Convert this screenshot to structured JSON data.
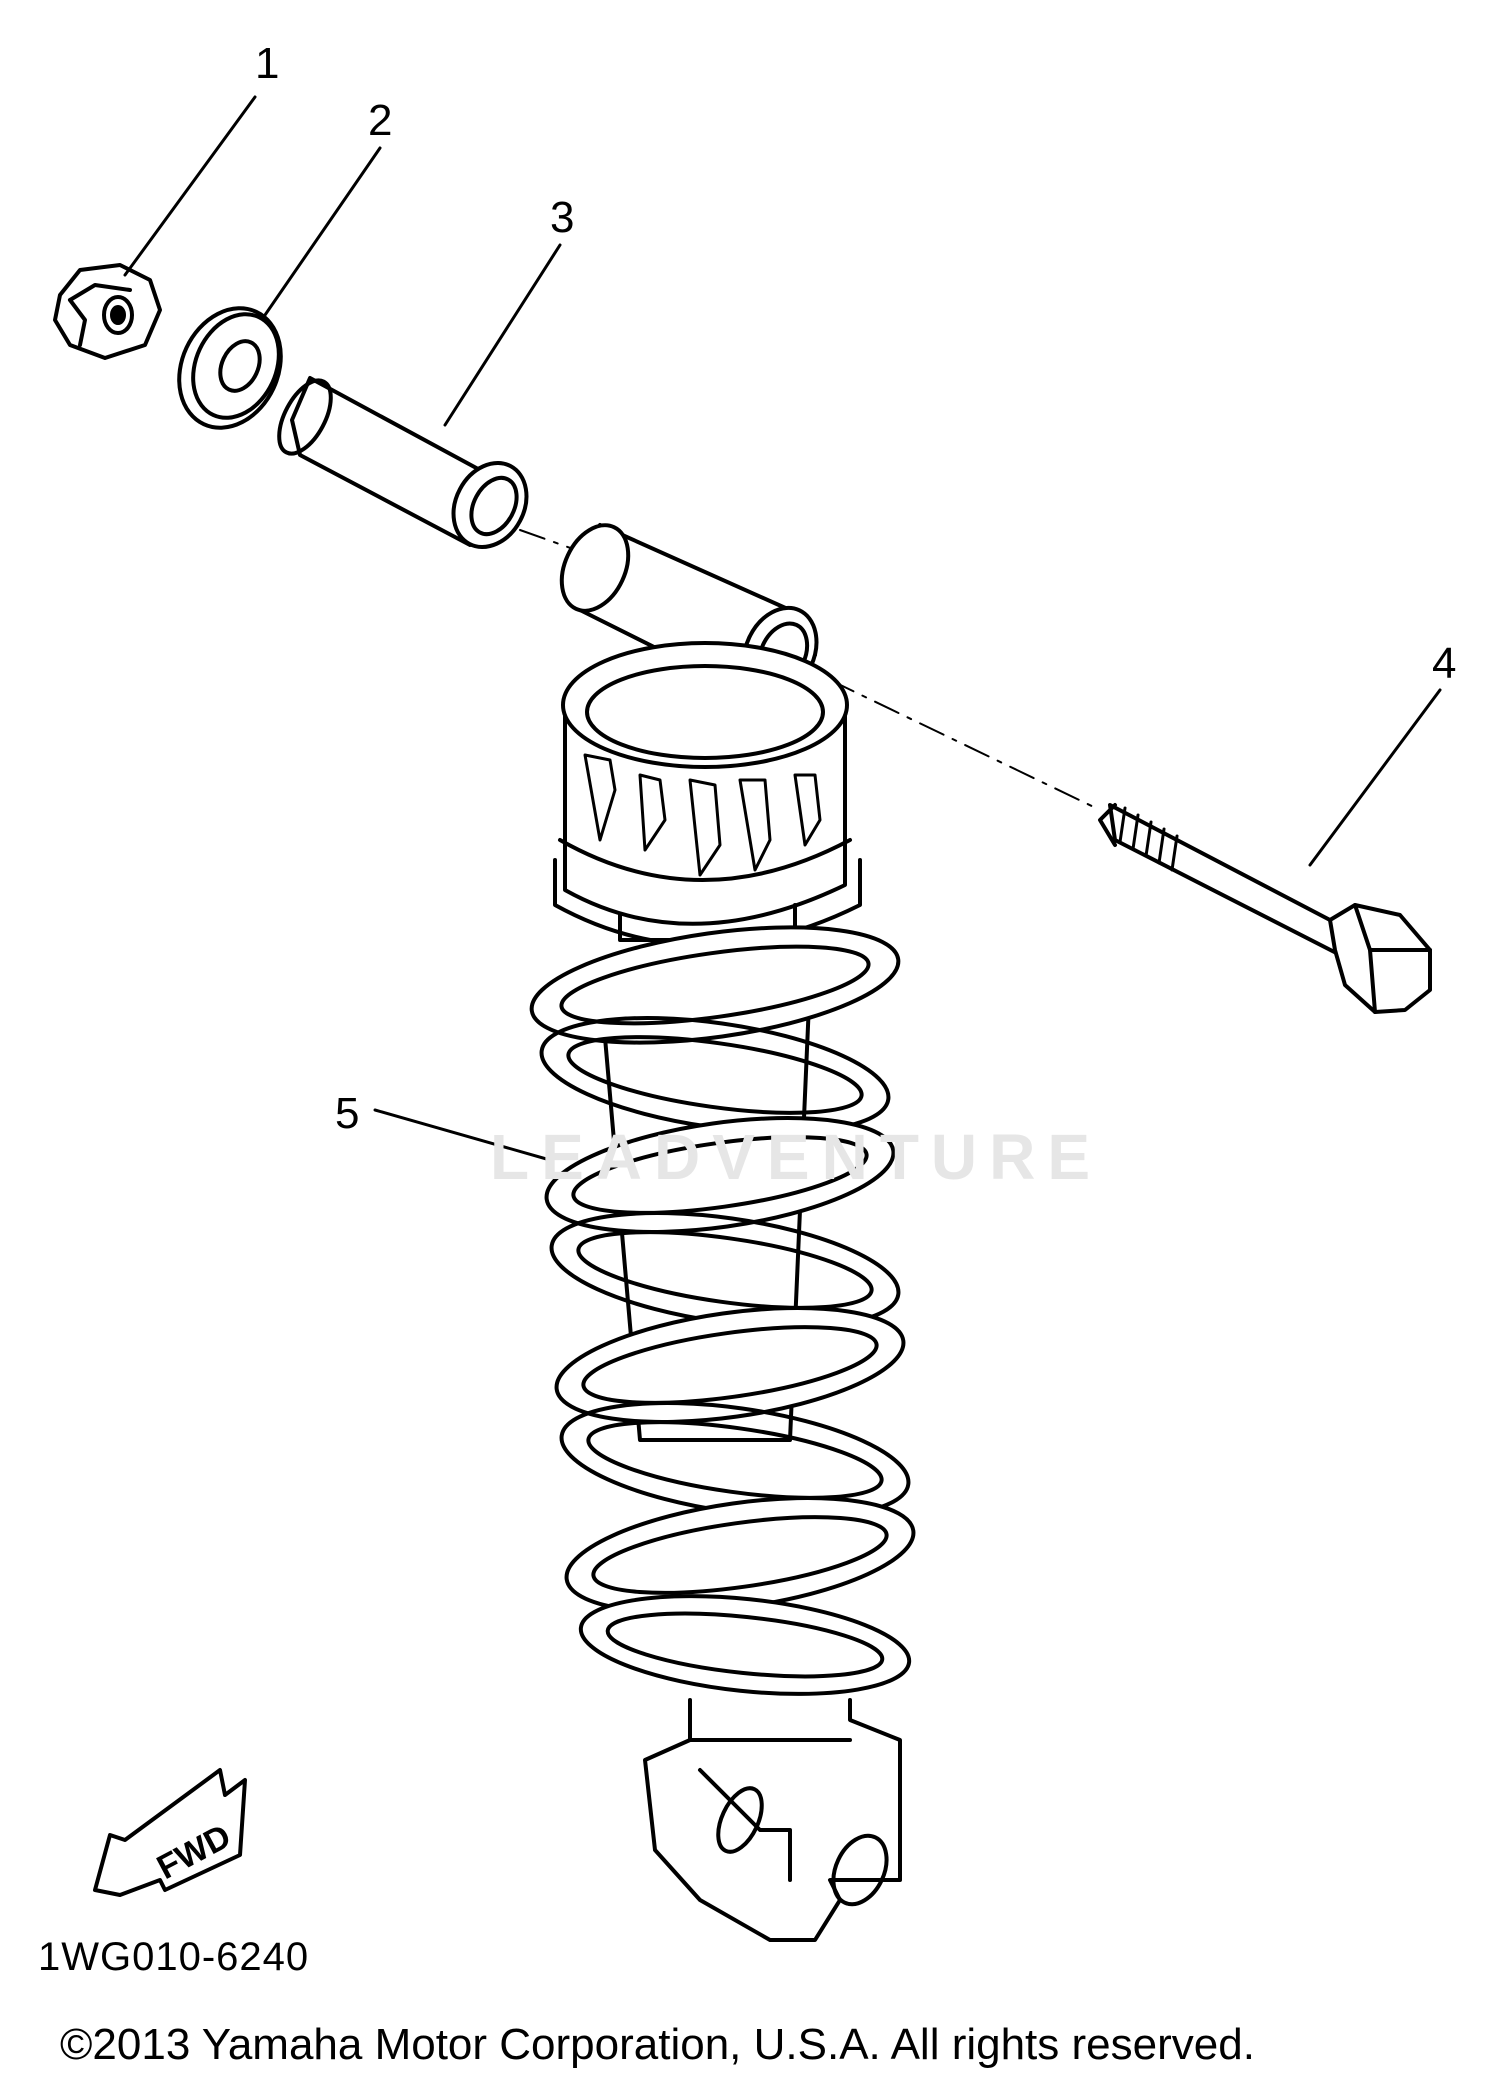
{
  "diagram": {
    "type": "exploded parts diagram",
    "callouts": [
      {
        "id": "1",
        "label": "1"
      },
      {
        "id": "2",
        "label": "2"
      },
      {
        "id": "3",
        "label": "3"
      },
      {
        "id": "4",
        "label": "4"
      },
      {
        "id": "5",
        "label": "5"
      }
    ],
    "direction_marker": "FWD",
    "watermark": "LEADVENTURE",
    "diagram_code": "1WG010-6240",
    "copyright": "©2013 Yamaha Motor Corporation, U.S.A. All rights reserved."
  }
}
